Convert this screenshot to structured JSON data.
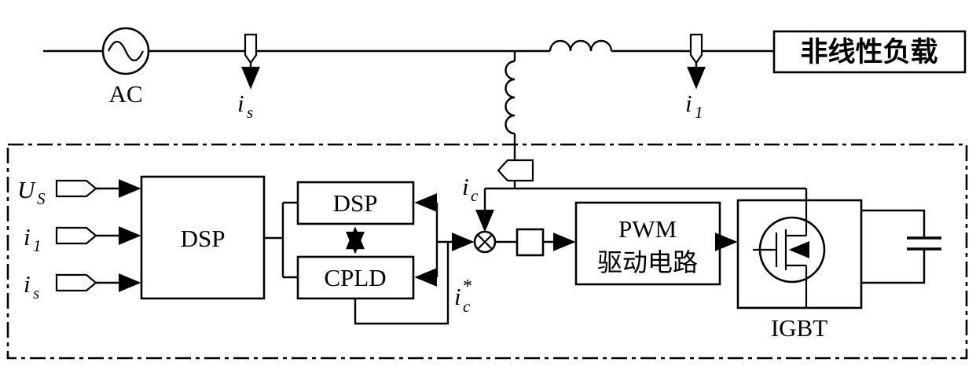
{
  "labels": {
    "ac": "AC",
    "load": "非线性负载"
  },
  "sensors": {
    "is": {
      "base": "i",
      "sub": "s"
    },
    "i1": {
      "base": "i",
      "sub": "1"
    },
    "ic": {
      "base": "i",
      "sub": "c"
    },
    "ic_ref": {
      "base": "i",
      "sub": "c",
      "sup": "*"
    }
  },
  "inputs": {
    "us": {
      "base": "U",
      "sub": "S"
    },
    "i1": {
      "base": "i",
      "sub": "1"
    },
    "is": {
      "base": "i",
      "sub": "s"
    }
  },
  "blocks": {
    "dsp_main": "DSP",
    "dsp_sub": "DSP",
    "cpld": "CPLD",
    "pwm_line1": "PWM",
    "pwm_line2": "驱动电路",
    "igbt_caption": "IGBT"
  },
  "colors": {
    "stroke": "#000000",
    "background": "#ffffff"
  }
}
